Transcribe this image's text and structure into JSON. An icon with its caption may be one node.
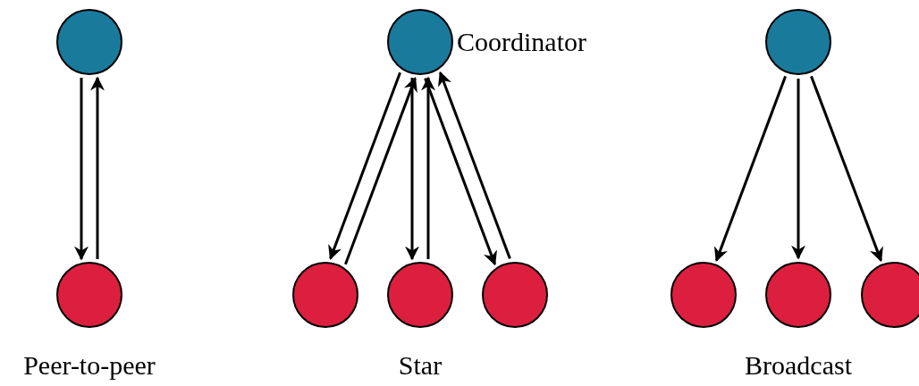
{
  "diagram": {
    "nodes": [
      {
        "text": [],
        "shape": "circle"
      },
      {
        "text": [],
        "shape": "circle",
        "beside": [
          "Coordinator"
        ]
      },
      {
        "text": [],
        "shape": "circle"
      },
      {
        "text": [],
        "shape": "circle"
      },
      {
        "text": [],
        "shape": "circle"
      },
      {
        "text": [],
        "shape": "circle"
      },
      {
        "text": [],
        "shape": "circle"
      },
      {
        "text": [],
        "shape": "circle"
      },
      {
        "text": [],
        "shape": "circle"
      },
      {
        "text": [],
        "shape": "circle"
      }
    ],
    "edges": [
      {
        "from": 0,
        "to": 3,
        "arrow": "to"
      },
      {
        "from": 3,
        "to": 0,
        "arrow": "to"
      },
      {
        "from": 1,
        "to": 4,
        "arrow": "to"
      },
      {
        "from": 4,
        "to": 1,
        "arrow": "to"
      },
      {
        "from": 1,
        "to": 5,
        "arrow": "to"
      },
      {
        "from": 5,
        "to": 1,
        "arrow": "to"
      },
      {
        "from": 1,
        "to": 6,
        "arrow": "to"
      },
      {
        "from": 6,
        "to": 1,
        "arrow": "to"
      },
      {
        "from": 2,
        "to": 7,
        "arrow": "to"
      },
      {
        "from": 2,
        "to": 8,
        "arrow": "to"
      },
      {
        "from": 2,
        "to": 9,
        "arrow": "to"
      }
    ],
    "labels": [
      "Peer-to-peer",
      "Star",
      "Broadcast"
    ]
  }
}
